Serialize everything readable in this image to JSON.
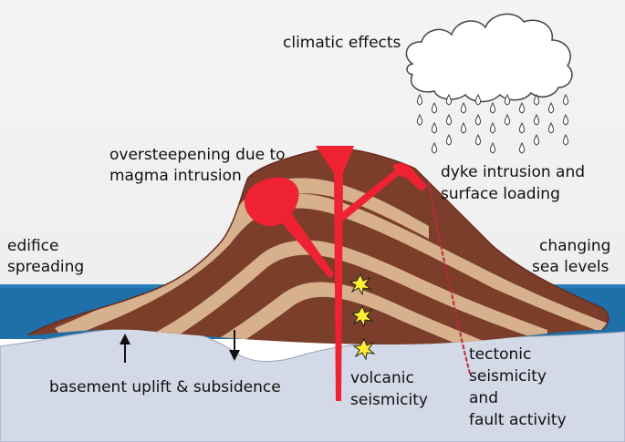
{
  "labels": {
    "climatic": "climatic effects",
    "oversteep_1": "oversteepening due to",
    "oversteep_2": "magma intrusion",
    "dyke_1": "dyke intrusion and",
    "dyke_2": "surface loading",
    "edifice_1": "edifice",
    "edifice_2": "spreading",
    "sea_1": "changing",
    "sea_2": "sea levels",
    "basement": "basement uplift & subsidence",
    "volcanic_1": "volcanic",
    "volcanic_2": "seismicity",
    "tectonic_1": "tectonic",
    "tectonic_2": "seismicity",
    "tectonic_3": "and",
    "tectonic_4": "fault activity"
  },
  "colors": {
    "sky": "#f4f4f4",
    "sea": "#1f6fa8",
    "basement": "#d3d9e6",
    "edifice": "#7a3e2a",
    "bands": "#d7b08e",
    "magma": "#ee2233",
    "fault": "#c0283c",
    "quake": "#ffee33"
  },
  "icons": {
    "cloud": "rain-cloud-icon",
    "quake": "burst-icon",
    "uplift": "arrow-up-icon",
    "subsidence": "arrow-down-icon"
  }
}
